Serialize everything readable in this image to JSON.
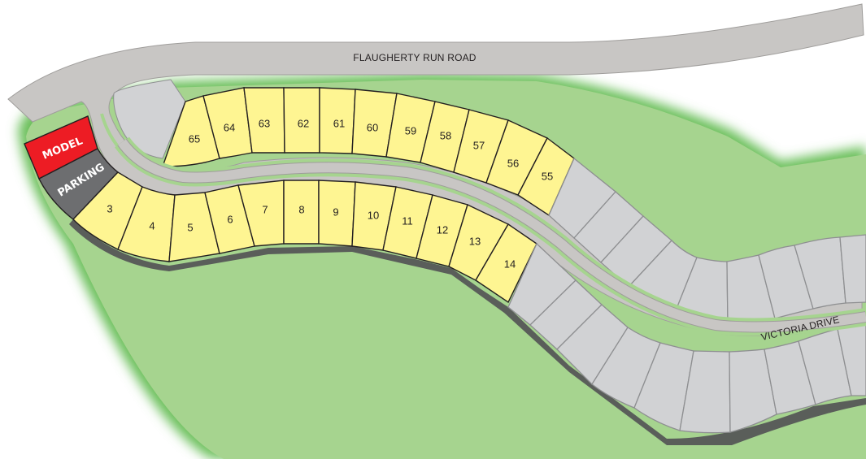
{
  "roads": {
    "main": "FLAUGHERTY RUN ROAD",
    "internal": "VICTORIA DRIVE"
  },
  "special_lots": {
    "model": "MODEL",
    "parking": "PARKING"
  },
  "lots": {
    "north_row": [
      "65",
      "64",
      "63",
      "62",
      "61",
      "60",
      "59",
      "58",
      "57",
      "56",
      "55"
    ],
    "south_row": [
      "3",
      "4",
      "5",
      "6",
      "7",
      "8",
      "9",
      "10",
      "11",
      "12",
      "13",
      "14"
    ]
  },
  "colors": {
    "available_lot": "#fef592",
    "future_lot": "#d1d2d4",
    "model": "#ed1c24",
    "parking": "#6d6e70",
    "road": "#c8c6c4",
    "green_space": "#a6d48f",
    "edge": "#5a5e5a"
  }
}
